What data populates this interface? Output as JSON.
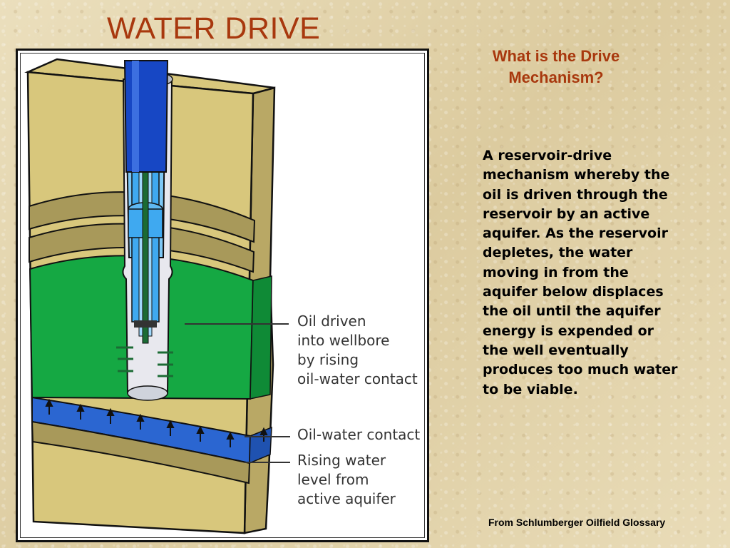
{
  "slide": {
    "title": "WATER DRIVE",
    "question": "What is the Drive Mechanism?",
    "definition": "A reservoir-drive mechanism whereby the oil is driven through the reservoir by an active aquifer. As the reservoir depletes, the water moving in from the aquifer below displaces the oil until the aquifer energy is expended or the well eventually produces too much water to be viable.",
    "source": "From Schlumberger Oilfield Glossary"
  },
  "diagram": {
    "labels": {
      "oil_driven": [
        "Oil driven",
        "into wellbore",
        "by rising",
        "oil-water contact"
      ],
      "oil_water_contact": "Oil-water contact",
      "rising_water": [
        "Rising water",
        "level from",
        "active aquifer"
      ]
    },
    "colors": {
      "rock": "#d8c77c",
      "rock_dark": "#a8995a",
      "oil": "#15a843",
      "water": "#2b66d1",
      "pipe": "#1747c4",
      "tubing": "#3fa9f0",
      "title": "#a8380e"
    }
  }
}
